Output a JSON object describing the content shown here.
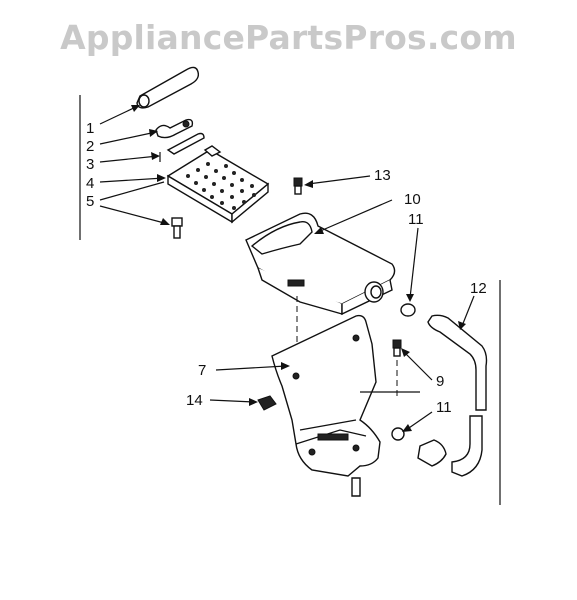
{
  "watermark": "AppliancePartsPros.com",
  "callouts": {
    "c1": "1",
    "c2": "2",
    "c3": "3",
    "c4": "4",
    "c5": "5",
    "c7": "7",
    "c9": "9",
    "c10": "10",
    "c11a": "11",
    "c11b": "11",
    "c12": "12",
    "c13": "13",
    "c14": "14"
  }
}
